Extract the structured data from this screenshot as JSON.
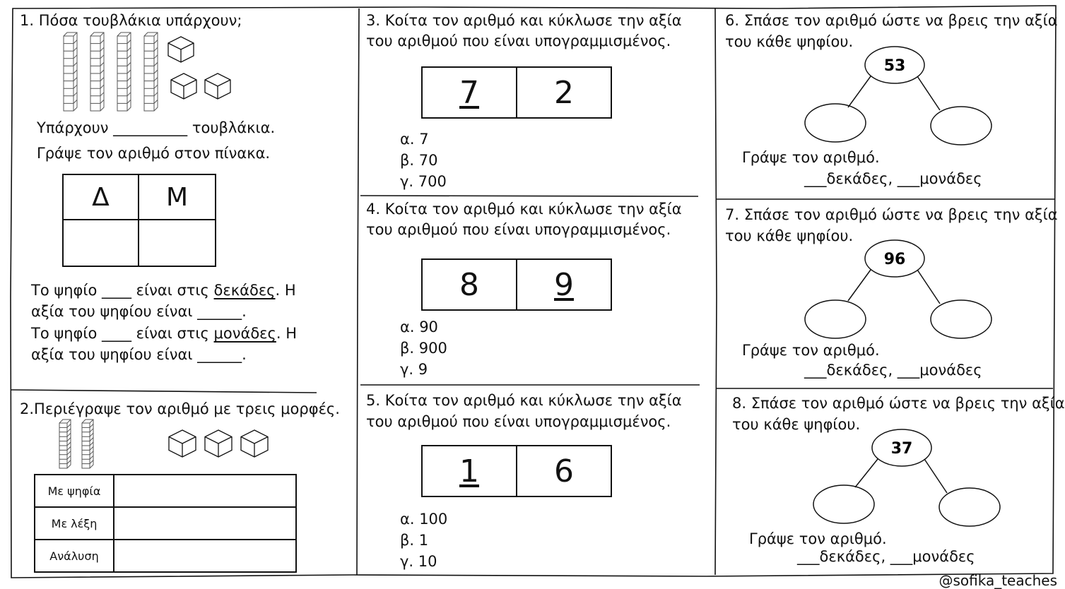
{
  "q1": {
    "title": "1. Πόσα τουβλάκια υπάρχουν;",
    "there_are": "Υπάρχουν __________ τουβλάκια.",
    "write_table": "Γράψε τον αριθμό στον πίνακα.",
    "col_tens": "Δ",
    "col_units": "Μ",
    "digit_tens_pre": "Το ψηφίο ____ είναι στις ",
    "digit_tens_word": "δεκάδες",
    "digit_tens_post": ". Η",
    "value_line_1": "αξία του ψηφίου είναι ______.",
    "digit_units_pre": "Το ψηφίο ____ είναι στις ",
    "digit_units_word": "μονάδες",
    "digit_units_post": ". Η",
    "value_line_2": "αξία του ψηφίου είναι ______."
  },
  "q2": {
    "title": "2.Περιέγραψε τον αριθμό με τρεις μορφές.",
    "rows": [
      "Με ψηφία",
      "Με λέξη",
      "Ανάλυση"
    ]
  },
  "q3": {
    "title_line_1": "3. Κοίτα τον αριθμό και κύκλωσε την αξία",
    "title_line_2": "του αριθμού που είναι υπογραμμισμένος.",
    "digit_tens": "7",
    "digit_units": "2",
    "options": [
      "α. 7",
      "β. 70",
      "γ. 700"
    ]
  },
  "q4": {
    "title_line_1": "4. Κοίτα τον αριθμό και κύκλωσε την αξία",
    "title_line_2": "του αριθμού που είναι υπογραμμισμένος.",
    "digit_tens": "8",
    "digit_units": "9",
    "options": [
      "α. 90",
      "β. 900",
      "γ. 9"
    ]
  },
  "q5": {
    "title_line_1": "5. Κοίτα τον αριθμό και κύκλωσε την αξία",
    "title_line_2": "του αριθμού που είναι υπογραμμισμένος.",
    "digit_tens": "1",
    "digit_units": "6",
    "options": [
      "α. 100",
      "β. 1",
      "γ. 10"
    ]
  },
  "q6": {
    "title_line_1": "6. Σπάσε τον αριθμό ώστε να βρεις την αξία",
    "title_line_2": "του κάθε ψηφίου.",
    "number": "53",
    "write": "Γράψε τον αριθμό.",
    "answer": "___δεκάδες, ___μονάδες"
  },
  "q7": {
    "title_line_1": "7. Σπάσε τον αριθμό ώστε να βρεις την αξία",
    "title_line_2": "του κάθε ψηφίου.",
    "number": "96",
    "write": "Γράψε τον αριθμό.",
    "answer": "___δεκάδες, ___μονάδες"
  },
  "q8": {
    "title_line_1": "8. Σπάσε τον αριθμό ώστε να βρεις την αξία",
    "title_line_2": "του κάθε ψηφίου.",
    "number": "37",
    "write": "Γράψε τον αριθμό.",
    "answer": "___δεκάδες, ___μονάδες"
  },
  "credit": "@sofika_teaches",
  "blocks": {
    "q1_rods": 4,
    "q1_cubes": 3,
    "q2_rods": 2,
    "q2_cubes": 3
  }
}
